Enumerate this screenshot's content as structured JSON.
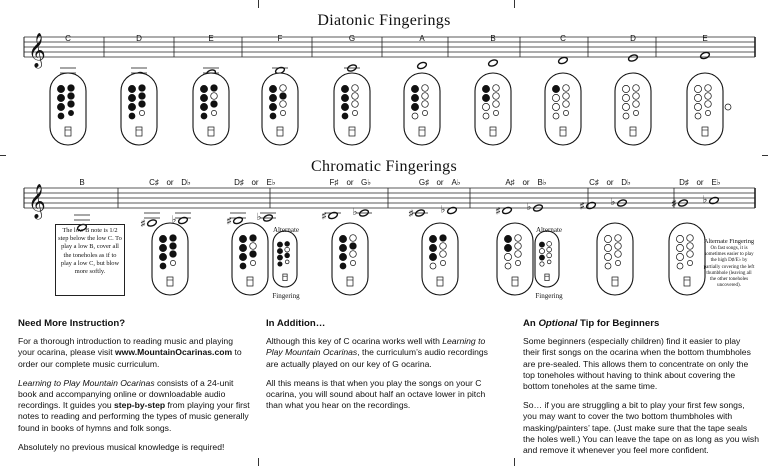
{
  "titles": {
    "diatonic": "Diatonic Fingerings",
    "chromatic": "Chromatic Fingerings"
  },
  "diatonic": {
    "notes": [
      "C",
      "D",
      "E",
      "F",
      "G",
      "A",
      "B",
      "C",
      "D",
      "E"
    ],
    "staff_steps": [
      -6,
      -5,
      -4,
      -3,
      -2,
      -1,
      0,
      1,
      2,
      3
    ],
    "fingerings": [
      [
        "1",
        "1",
        "1",
        "1",
        "1",
        "1",
        "1",
        "1"
      ],
      [
        "1",
        "1",
        "1",
        "1",
        "1",
        "1",
        "1",
        "0"
      ],
      [
        "1",
        "1",
        "1",
        "1",
        "1",
        "0",
        "1",
        "0"
      ],
      [
        "1",
        "1",
        "1",
        "1",
        "0",
        "1",
        "0",
        "0"
      ],
      [
        "1",
        "1",
        "1",
        "1",
        "0",
        "0",
        "0",
        "0"
      ],
      [
        "1",
        "1",
        "1",
        "0",
        "0",
        "0",
        "0",
        "0"
      ],
      [
        "1",
        "1",
        "0",
        "0",
        "0",
        "0",
        "0",
        "0"
      ],
      [
        "1",
        "0",
        "0",
        "0",
        "0",
        "0",
        "0",
        "0"
      ],
      [
        "0",
        "0",
        "0",
        "0",
        "0",
        "0",
        "0",
        "0"
      ],
      [
        "0",
        "0",
        "0",
        "0",
        "0",
        "0",
        "0",
        "0"
      ]
    ]
  },
  "chromatic": {
    "labels": [
      {
        "a": "B"
      },
      {
        "a": "C♯",
        "or": "or",
        "b": "D♭"
      },
      {
        "a": "D♯",
        "or": "or",
        "b": "E♭"
      },
      {
        "a": "F♯",
        "or": "or",
        "b": "G♭"
      },
      {
        "a": "G♯",
        "or": "or",
        "b": "A♭"
      },
      {
        "a": "A♯",
        "or": "or",
        "b": "B♭"
      },
      {
        "a": "C♯",
        "or": "or",
        "b": "D♭"
      },
      {
        "a": "D♯",
        "or": "or",
        "b": "E♭"
      }
    ],
    "low_b_note": "The low B note is 1/2 step below the low C. To play a low B, cover all the toneholes as if to play a low C, but blow more softly.",
    "alternate_label": "Alternate",
    "fingering_label": "Fingering",
    "alternate_fingering_title": "Alternate Fingering",
    "alternate_fingering_note": "On fast songs, it is sometimes easier to play the high D♯/E♭ by partially covering the left thumbhole (leaving all the other toneholes uncovered)."
  },
  "sections": {
    "instruction": {
      "heading": "Need More Instruction?",
      "p1_pre": "For a thorough introduction to reading music and playing your ocarina, please visit ",
      "p1_link": "www.MountainOcarinas.com",
      "p1_post": " to order our complete music curriculum.",
      "p2_title": "Learning to Play Mountain Ocarinas",
      "p2_mid": " consists of a 24-unit book and accompanying online or downloadable audio recordings. It guides you ",
      "p2_bold": "step-by-step",
      "p2_post": " from playing your first notes to reading and performing the types of music generally found in books of hymns and folk songs.",
      "p3": "Absolutely no previous musical knowledge is required!"
    },
    "addition": {
      "heading": "In Addition…",
      "p1_pre": "Although this key of C ocarina works well with ",
      "p1_title": "Learning to Play Mountain Ocarinas",
      "p1_post": ", the curriculum’s audio recordings are actually played on our key of G ocarina.",
      "p2": "All this means is that when you play the songs on your C ocarina, you will sound about half an octave lower in pitch than what you hear on the recordings."
    },
    "tip": {
      "heading_pre": "An ",
      "heading_em": "Optional",
      "heading_post": " Tip for Beginners",
      "p1": "Some beginners (especially children) find it easier to play their first songs on the ocarina when the bottom thumbholes are pre-sealed.  This allows them to concentrate on only the top toneholes without having to think about covering the bottom toneholes at the same time.",
      "p2": "So… if you are struggling a bit to play your first few songs, you may want to cover the two bottom thumbholes with masking/painters’ tape. (Just make sure that the tape seals the holes well.) You can leave the tape on as long as you wish and remove it whenever you feel more confident."
    }
  }
}
